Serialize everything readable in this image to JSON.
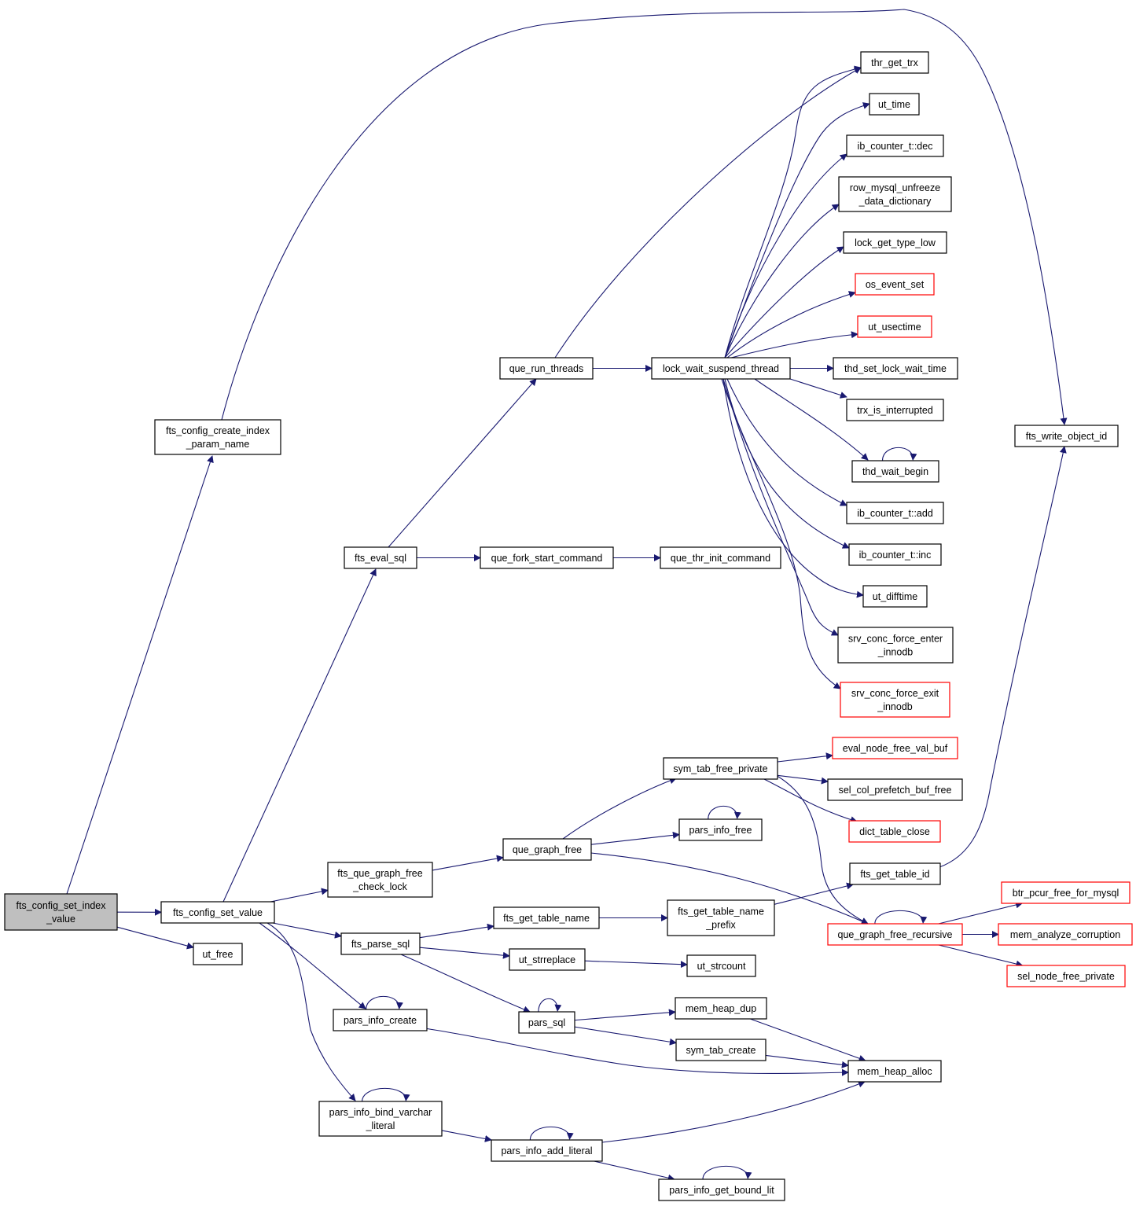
{
  "colors": {
    "edge": "#191970",
    "node_border": "#000000",
    "node_fill": "#ffffff",
    "highlight_fill": "#bfbfbf",
    "truncated_border": "#ff0000"
  },
  "nodes": [
    {
      "id": "root",
      "lines": [
        "fts_config_set_index",
        "_value"
      ],
      "style": "highlight"
    },
    {
      "id": "create_index_param_name",
      "lines": [
        "fts_config_create_index",
        "_param_name"
      ],
      "style": "normal"
    },
    {
      "id": "set_value",
      "lines": [
        "fts_config_set_value"
      ],
      "style": "normal"
    },
    {
      "id": "ut_free",
      "lines": [
        "ut_free"
      ],
      "style": "normal"
    },
    {
      "id": "fts_write_object_id",
      "lines": [
        "fts_write_object_id"
      ],
      "style": "normal"
    },
    {
      "id": "fts_eval_sql",
      "lines": [
        "fts_eval_sql"
      ],
      "style": "normal"
    },
    {
      "id": "fts_que_graph_free_check_lock",
      "lines": [
        "fts_que_graph_free",
        "_check_lock"
      ],
      "style": "normal"
    },
    {
      "id": "fts_parse_sql",
      "lines": [
        "fts_parse_sql"
      ],
      "style": "normal"
    },
    {
      "id": "pars_info_create",
      "lines": [
        "pars_info_create"
      ],
      "style": "normal"
    },
    {
      "id": "pars_info_bind_varchar_literal",
      "lines": [
        "pars_info_bind_varchar",
        "_literal"
      ],
      "style": "normal"
    },
    {
      "id": "que_run_threads",
      "lines": [
        "que_run_threads"
      ],
      "style": "normal"
    },
    {
      "id": "que_fork_start_command",
      "lines": [
        "que_fork_start_command"
      ],
      "style": "normal"
    },
    {
      "id": "que_thr_init_command",
      "lines": [
        "que_thr_init_command"
      ],
      "style": "normal"
    },
    {
      "id": "lock_wait_suspend_thread",
      "lines": [
        "lock_wait_suspend_thread"
      ],
      "style": "normal"
    },
    {
      "id": "thr_get_trx",
      "lines": [
        "thr_get_trx"
      ],
      "style": "normal"
    },
    {
      "id": "ut_time",
      "lines": [
        "ut_time"
      ],
      "style": "normal"
    },
    {
      "id": "ib_counter_dec",
      "lines": [
        "ib_counter_t::dec"
      ],
      "style": "normal"
    },
    {
      "id": "row_mysql_unfreeze",
      "lines": [
        "row_mysql_unfreeze",
        "_data_dictionary"
      ],
      "style": "normal"
    },
    {
      "id": "lock_get_type_low",
      "lines": [
        "lock_get_type_low"
      ],
      "style": "normal"
    },
    {
      "id": "os_event_set",
      "lines": [
        "os_event_set"
      ],
      "style": "truncated"
    },
    {
      "id": "ut_usectime",
      "lines": [
        "ut_usectime"
      ],
      "style": "truncated"
    },
    {
      "id": "thd_set_lock_wait_time",
      "lines": [
        "thd_set_lock_wait_time"
      ],
      "style": "normal"
    },
    {
      "id": "trx_is_interrupted",
      "lines": [
        "trx_is_interrupted"
      ],
      "style": "normal"
    },
    {
      "id": "thd_wait_begin",
      "lines": [
        "thd_wait_begin"
      ],
      "style": "normal"
    },
    {
      "id": "ib_counter_add",
      "lines": [
        "ib_counter_t::add"
      ],
      "style": "normal"
    },
    {
      "id": "ib_counter_inc",
      "lines": [
        "ib_counter_t::inc"
      ],
      "style": "normal"
    },
    {
      "id": "ut_difftime",
      "lines": [
        "ut_difftime"
      ],
      "style": "normal"
    },
    {
      "id": "srv_conc_force_enter",
      "lines": [
        "srv_conc_force_enter",
        "_innodb"
      ],
      "style": "normal"
    },
    {
      "id": "srv_conc_force_exit",
      "lines": [
        "srv_conc_force_exit",
        "_innodb"
      ],
      "style": "truncated"
    },
    {
      "id": "sym_tab_free_private",
      "lines": [
        "sym_tab_free_private"
      ],
      "style": "normal"
    },
    {
      "id": "eval_node_free_val_buf",
      "lines": [
        "eval_node_free_val_buf"
      ],
      "style": "truncated"
    },
    {
      "id": "sel_col_prefetch_buf_free",
      "lines": [
        "sel_col_prefetch_buf_free"
      ],
      "style": "normal"
    },
    {
      "id": "dict_table_close",
      "lines": [
        "dict_table_close"
      ],
      "style": "truncated"
    },
    {
      "id": "pars_info_free",
      "lines": [
        "pars_info_free"
      ],
      "style": "normal"
    },
    {
      "id": "que_graph_free",
      "lines": [
        "que_graph_free"
      ],
      "style": "normal"
    },
    {
      "id": "fts_get_table_id",
      "lines": [
        "fts_get_table_id"
      ],
      "style": "normal"
    },
    {
      "id": "que_graph_free_recursive",
      "lines": [
        "que_graph_free_recursive"
      ],
      "style": "truncated"
    },
    {
      "id": "btr_pcur_free_for_mysql",
      "lines": [
        "btr_pcur_free_for_mysql"
      ],
      "style": "truncated"
    },
    {
      "id": "mem_analyze_corruption",
      "lines": [
        "mem_analyze_corruption"
      ],
      "style": "truncated"
    },
    {
      "id": "sel_node_free_private",
      "lines": [
        "sel_node_free_private"
      ],
      "style": "truncated"
    },
    {
      "id": "fts_get_table_name",
      "lines": [
        "fts_get_table_name"
      ],
      "style": "normal"
    },
    {
      "id": "fts_get_table_name_prefix",
      "lines": [
        "fts_get_table_name",
        "_prefix"
      ],
      "style": "normal"
    },
    {
      "id": "ut_strreplace",
      "lines": [
        "ut_strreplace"
      ],
      "style": "normal"
    },
    {
      "id": "ut_strcount",
      "lines": [
        "ut_strcount"
      ],
      "style": "normal"
    },
    {
      "id": "pars_sql",
      "lines": [
        "pars_sql"
      ],
      "style": "normal"
    },
    {
      "id": "mem_heap_dup",
      "lines": [
        "mem_heap_dup"
      ],
      "style": "normal"
    },
    {
      "id": "sym_tab_create",
      "lines": [
        "sym_tab_create"
      ],
      "style": "normal"
    },
    {
      "id": "mem_heap_alloc",
      "lines": [
        "mem_heap_alloc"
      ],
      "style": "normal"
    },
    {
      "id": "pars_info_add_literal",
      "lines": [
        "pars_info_add_literal"
      ],
      "style": "normal"
    },
    {
      "id": "pars_info_get_bound_lit",
      "lines": [
        "pars_info_get_bound_lit"
      ],
      "style": "normal"
    }
  ],
  "edges": [
    {
      "from": "root",
      "to": "create_index_param_name"
    },
    {
      "from": "root",
      "to": "set_value"
    },
    {
      "from": "root",
      "to": "ut_free"
    },
    {
      "from": "create_index_param_name",
      "to": "fts_write_object_id"
    },
    {
      "from": "set_value",
      "to": "fts_eval_sql"
    },
    {
      "from": "set_value",
      "to": "fts_que_graph_free_check_lock"
    },
    {
      "from": "set_value",
      "to": "fts_parse_sql"
    },
    {
      "from": "set_value",
      "to": "pars_info_create"
    },
    {
      "from": "set_value",
      "to": "pars_info_bind_varchar_literal"
    },
    {
      "from": "fts_eval_sql",
      "to": "que_run_threads"
    },
    {
      "from": "fts_eval_sql",
      "to": "que_fork_start_command"
    },
    {
      "from": "que_fork_start_command",
      "to": "que_thr_init_command"
    },
    {
      "from": "que_run_threads",
      "to": "thr_get_trx"
    },
    {
      "from": "que_run_threads",
      "to": "lock_wait_suspend_thread"
    },
    {
      "from": "lock_wait_suspend_thread",
      "to": "thr_get_trx"
    },
    {
      "from": "lock_wait_suspend_thread",
      "to": "ut_time"
    },
    {
      "from": "lock_wait_suspend_thread",
      "to": "ib_counter_dec"
    },
    {
      "from": "lock_wait_suspend_thread",
      "to": "row_mysql_unfreeze"
    },
    {
      "from": "lock_wait_suspend_thread",
      "to": "lock_get_type_low"
    },
    {
      "from": "lock_wait_suspend_thread",
      "to": "os_event_set"
    },
    {
      "from": "lock_wait_suspend_thread",
      "to": "ut_usectime"
    },
    {
      "from": "lock_wait_suspend_thread",
      "to": "thd_set_lock_wait_time"
    },
    {
      "from": "lock_wait_suspend_thread",
      "to": "trx_is_interrupted"
    },
    {
      "from": "lock_wait_suspend_thread",
      "to": "thd_wait_begin"
    },
    {
      "from": "lock_wait_suspend_thread",
      "to": "ib_counter_add"
    },
    {
      "from": "lock_wait_suspend_thread",
      "to": "ib_counter_inc"
    },
    {
      "from": "lock_wait_suspend_thread",
      "to": "ut_difftime"
    },
    {
      "from": "lock_wait_suspend_thread",
      "to": "srv_conc_force_enter"
    },
    {
      "from": "lock_wait_suspend_thread",
      "to": "srv_conc_force_exit"
    },
    {
      "from": "thd_wait_begin",
      "to": "thd_wait_begin"
    },
    {
      "from": "fts_que_graph_free_check_lock",
      "to": "que_graph_free"
    },
    {
      "from": "que_graph_free",
      "to": "sym_tab_free_private"
    },
    {
      "from": "que_graph_free",
      "to": "pars_info_free"
    },
    {
      "from": "que_graph_free",
      "to": "que_graph_free_recursive"
    },
    {
      "from": "pars_info_free",
      "to": "pars_info_free"
    },
    {
      "from": "sym_tab_free_private",
      "to": "eval_node_free_val_buf"
    },
    {
      "from": "sym_tab_free_private",
      "to": "sel_col_prefetch_buf_free"
    },
    {
      "from": "sym_tab_free_private",
      "to": "dict_table_close"
    },
    {
      "from": "sym_tab_free_private",
      "to": "que_graph_free_recursive"
    },
    {
      "from": "que_graph_free_recursive",
      "to": "que_graph_free_recursive"
    },
    {
      "from": "que_graph_free_recursive",
      "to": "btr_pcur_free_for_mysql"
    },
    {
      "from": "que_graph_free_recursive",
      "to": "mem_analyze_corruption"
    },
    {
      "from": "que_graph_free_recursive",
      "to": "sel_node_free_private"
    },
    {
      "from": "fts_parse_sql",
      "to": "fts_get_table_name"
    },
    {
      "from": "fts_parse_sql",
      "to": "ut_strreplace"
    },
    {
      "from": "fts_parse_sql",
      "to": "pars_sql"
    },
    {
      "from": "fts_get_table_name",
      "to": "fts_get_table_name_prefix"
    },
    {
      "from": "fts_get_table_name_prefix",
      "to": "fts_get_table_id"
    },
    {
      "from": "fts_get_table_id",
      "to": "fts_write_object_id"
    },
    {
      "from": "ut_strreplace",
      "to": "ut_strcount"
    },
    {
      "from": "pars_sql",
      "to": "pars_sql"
    },
    {
      "from": "pars_sql",
      "to": "mem_heap_dup"
    },
    {
      "from": "pars_sql",
      "to": "sym_tab_create"
    },
    {
      "from": "mem_heap_dup",
      "to": "mem_heap_alloc"
    },
    {
      "from": "sym_tab_create",
      "to": "mem_heap_alloc"
    },
    {
      "from": "pars_info_create",
      "to": "pars_info_create"
    },
    {
      "from": "pars_info_create",
      "to": "mem_heap_alloc"
    },
    {
      "from": "pars_info_bind_varchar_literal",
      "to": "pars_info_bind_varchar_literal"
    },
    {
      "from": "pars_info_bind_varchar_literal",
      "to": "pars_info_add_literal"
    },
    {
      "from": "pars_info_add_literal",
      "to": "pars_info_add_literal"
    },
    {
      "from": "pars_info_add_literal",
      "to": "mem_heap_alloc"
    },
    {
      "from": "pars_info_add_literal",
      "to": "pars_info_get_bound_lit"
    },
    {
      "from": "pars_info_get_bound_lit",
      "to": "pars_info_get_bound_lit"
    }
  ]
}
